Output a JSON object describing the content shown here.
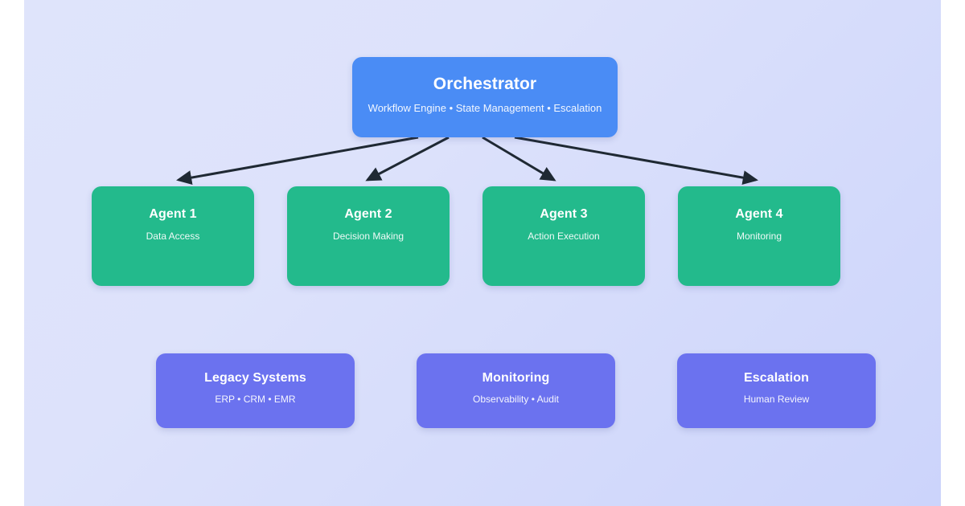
{
  "diagram": {
    "type": "architecture-flow",
    "background_start_color": "#dfe4fb",
    "background_end_color": "#ccd4fb",
    "arrow_color": "#1f2933",
    "nodes": {
      "orchestrator": {
        "title": "Orchestrator",
        "subtitle": "Workflow Engine • State Management • Escalation",
        "color": "#4a8cf5"
      },
      "agents": [
        {
          "title": "Agent 1",
          "subtitle": "Data Access",
          "color": "#23ba8c"
        },
        {
          "title": "Agent 2",
          "subtitle": "Decision Making",
          "color": "#23ba8c"
        },
        {
          "title": "Agent 3",
          "subtitle": "Action Execution",
          "color": "#23ba8c"
        },
        {
          "title": "Agent 4",
          "subtitle": "Monitoring",
          "color": "#23ba8c"
        }
      ],
      "support": [
        {
          "title": "Legacy Systems",
          "subtitle": "ERP • CRM • EMR",
          "color": "#6b72ef"
        },
        {
          "title": "Monitoring",
          "subtitle": "Observability • Audit",
          "color": "#6b72ef"
        },
        {
          "title": "Escalation",
          "subtitle": "Human Review",
          "color": "#6b72ef"
        }
      ]
    },
    "edges": [
      {
        "from": "orchestrator",
        "to": "agents.0",
        "label": ""
      },
      {
        "from": "orchestrator",
        "to": "agents.1",
        "label": ""
      },
      {
        "from": "orchestrator",
        "to": "agents.2",
        "label": ""
      },
      {
        "from": "orchestrator",
        "to": "agents.3",
        "label": ""
      }
    ]
  }
}
